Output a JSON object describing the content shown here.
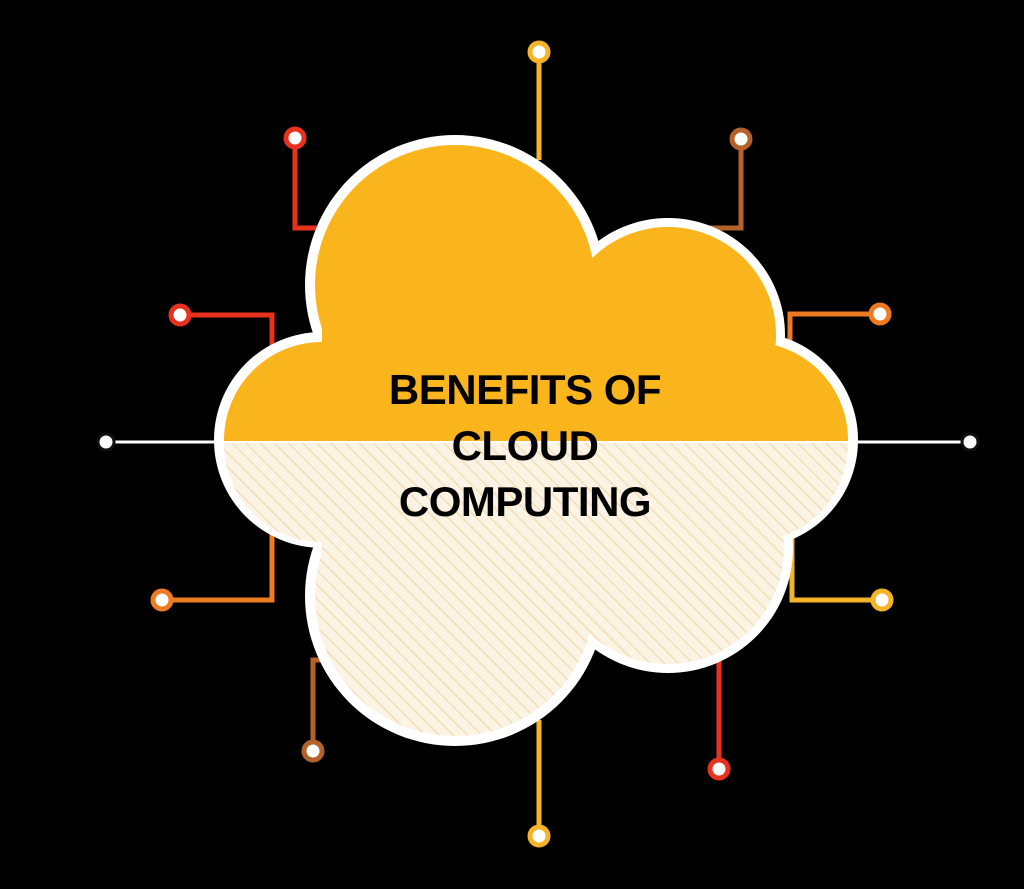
{
  "title": {
    "line1": "BENEFITS OF",
    "line2": "CLOUD",
    "line3": "COMPUTING"
  },
  "colors": {
    "background": "#000000",
    "cloud_top": "#FBB51C",
    "cloud_bottom": "#FBF3E3",
    "cloud_outline": "#FFFFFF",
    "hatch": "#F3DEB8",
    "connector_red": "#E8321E",
    "connector_orange": "#EE7A22",
    "connector_brown": "#B5622A",
    "connector_yellow": "#F5B328",
    "connector_white": "#FFFFFF"
  },
  "connectors": [
    {
      "id": "top",
      "color": "#F5B328"
    },
    {
      "id": "upper-left",
      "color": "#E8321E"
    },
    {
      "id": "upper-right",
      "color": "#B5622A"
    },
    {
      "id": "mid-left",
      "color": "#E8321E"
    },
    {
      "id": "mid-right",
      "color": "#EE7A22"
    },
    {
      "id": "left",
      "color": "#FFFFFF"
    },
    {
      "id": "right",
      "color": "#FFFFFF"
    },
    {
      "id": "lower-left",
      "color": "#EE7A22"
    },
    {
      "id": "lower-right",
      "color": "#F5B328"
    },
    {
      "id": "bottom-left",
      "color": "#B5622A"
    },
    {
      "id": "bottom-right",
      "color": "#E8321E"
    },
    {
      "id": "bottom",
      "color": "#F5B328"
    }
  ]
}
